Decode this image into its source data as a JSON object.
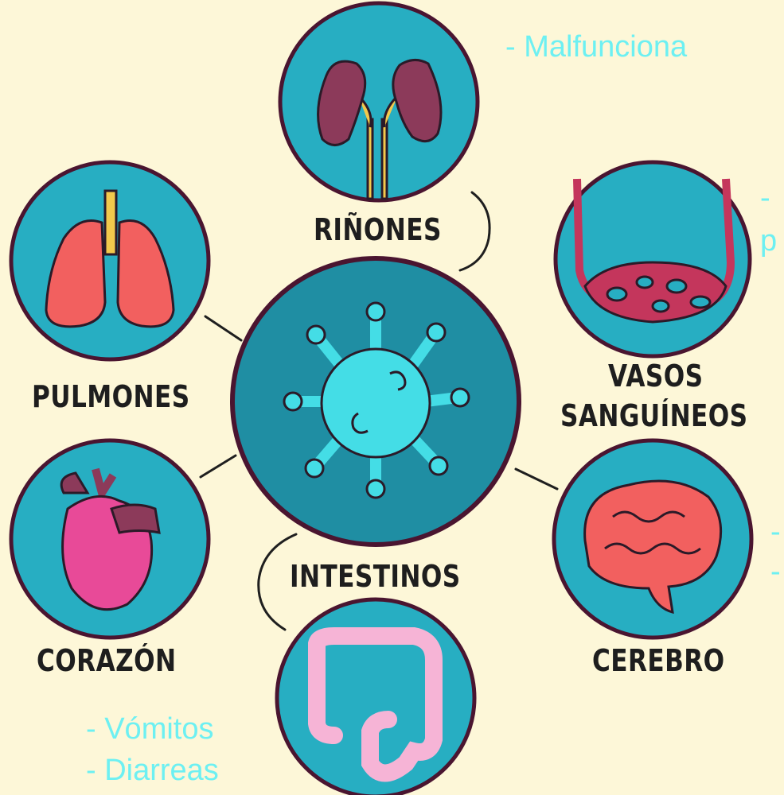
{
  "diagram": {
    "center_icon": "virus-icon",
    "organs": {
      "rinones": {
        "label": "RIÑONES",
        "icon": "kidneys-icon"
      },
      "pulmones": {
        "label": "PULMONES",
        "icon": "lungs-icon"
      },
      "vasos": {
        "label_line1": "VASOS",
        "label_line2": "SANGUÍNEOS",
        "icon": "blood-vessels-icon"
      },
      "corazon": {
        "label": "CORAZÓN",
        "icon": "heart-icon"
      },
      "intestinos": {
        "label": "INTESTINOS",
        "icon": "intestines-icon"
      },
      "cerebro": {
        "label": "CEREBRO",
        "icon": "brain-icon"
      }
    }
  },
  "annotations": {
    "rinones_note": "- Malfunciona",
    "vasos_note_line1": "- ",
    "vasos_note_line2": "p",
    "cerebro_note_line1": "-",
    "cerebro_note_line2": "-",
    "intestinos_note_line1": "- Vómitos",
    "intestinos_note_line2": "- Diarreas"
  },
  "colors": {
    "background": "#fdf7d8",
    "circle_fill": "#27aec2",
    "center_fill": "#1f8ea3",
    "outline": "#4a1530",
    "virus": "#44dde6",
    "annotation_text": "#6df0f2"
  }
}
